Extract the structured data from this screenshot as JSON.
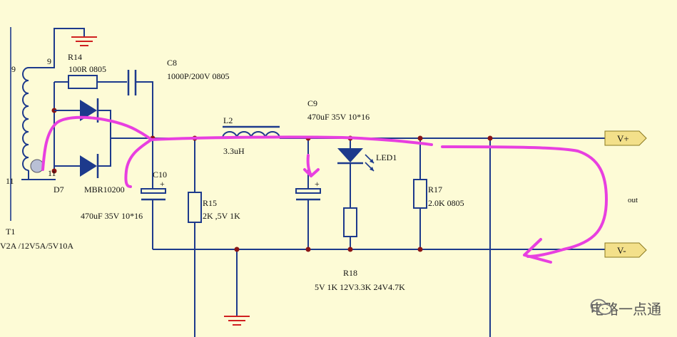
{
  "labels": {
    "r14_name": "R14",
    "r14_value": "100R 0805",
    "c8_name": "C8",
    "c8_value": "1000P/200V 0805",
    "c9_name": "C9",
    "c9_value": "470uF 35V 10*16",
    "l2_name": "L2",
    "l2_value": "3.3uH",
    "led_name": "LED1",
    "c10_name": "C10",
    "c10_value": "470uF 35V  10*16",
    "r15_name": "R15",
    "r15_value": "2K ,5V 1K",
    "r17_name": "R17",
    "r17_value": "2.0K 0805",
    "r18_name": "R18",
    "r18_value": "5V 1K   12V3.3K  24V4.7K",
    "d7_name": "D7",
    "d7_value": "MBR10200",
    "t1_name": "T1",
    "t1_value": "V2A /12V5A/5V10A",
    "pin9_left": "9",
    "pin9_top": "9",
    "pin11_left": "11",
    "pin11_right": "11",
    "out_label": "out",
    "port_vplus": "V+",
    "port_vminus": "V-"
  },
  "watermark": {
    "text": "电路一点通",
    "icon": "wechat-icon"
  },
  "colors": {
    "background": "#fdfbd6",
    "wire": "#1d3a8c",
    "junction": "#8b1515",
    "ground": "#d02020",
    "port_fill": "#f3e08a",
    "flow_annotation": "#e83fe0"
  }
}
